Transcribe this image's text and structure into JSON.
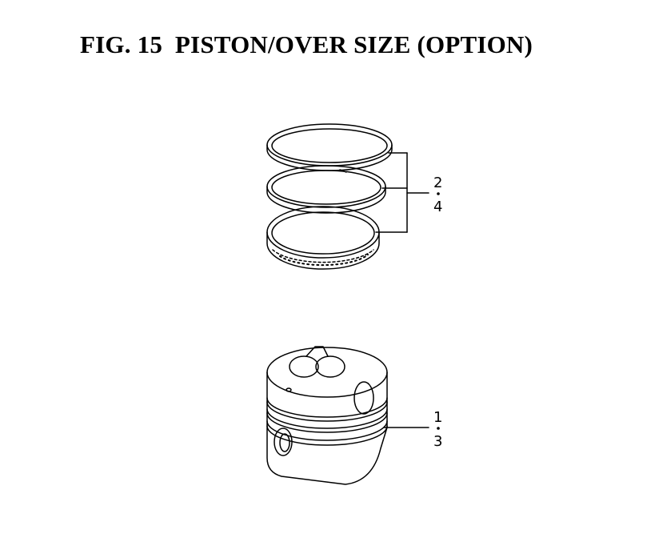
{
  "figure": {
    "title": "FIG. 15  PISTON/OVER SIZE (OPTION)"
  },
  "callouts": {
    "rings": {
      "top": "2",
      "bottom": "4"
    },
    "piston": {
      "top": "1",
      "bottom": "3"
    }
  }
}
